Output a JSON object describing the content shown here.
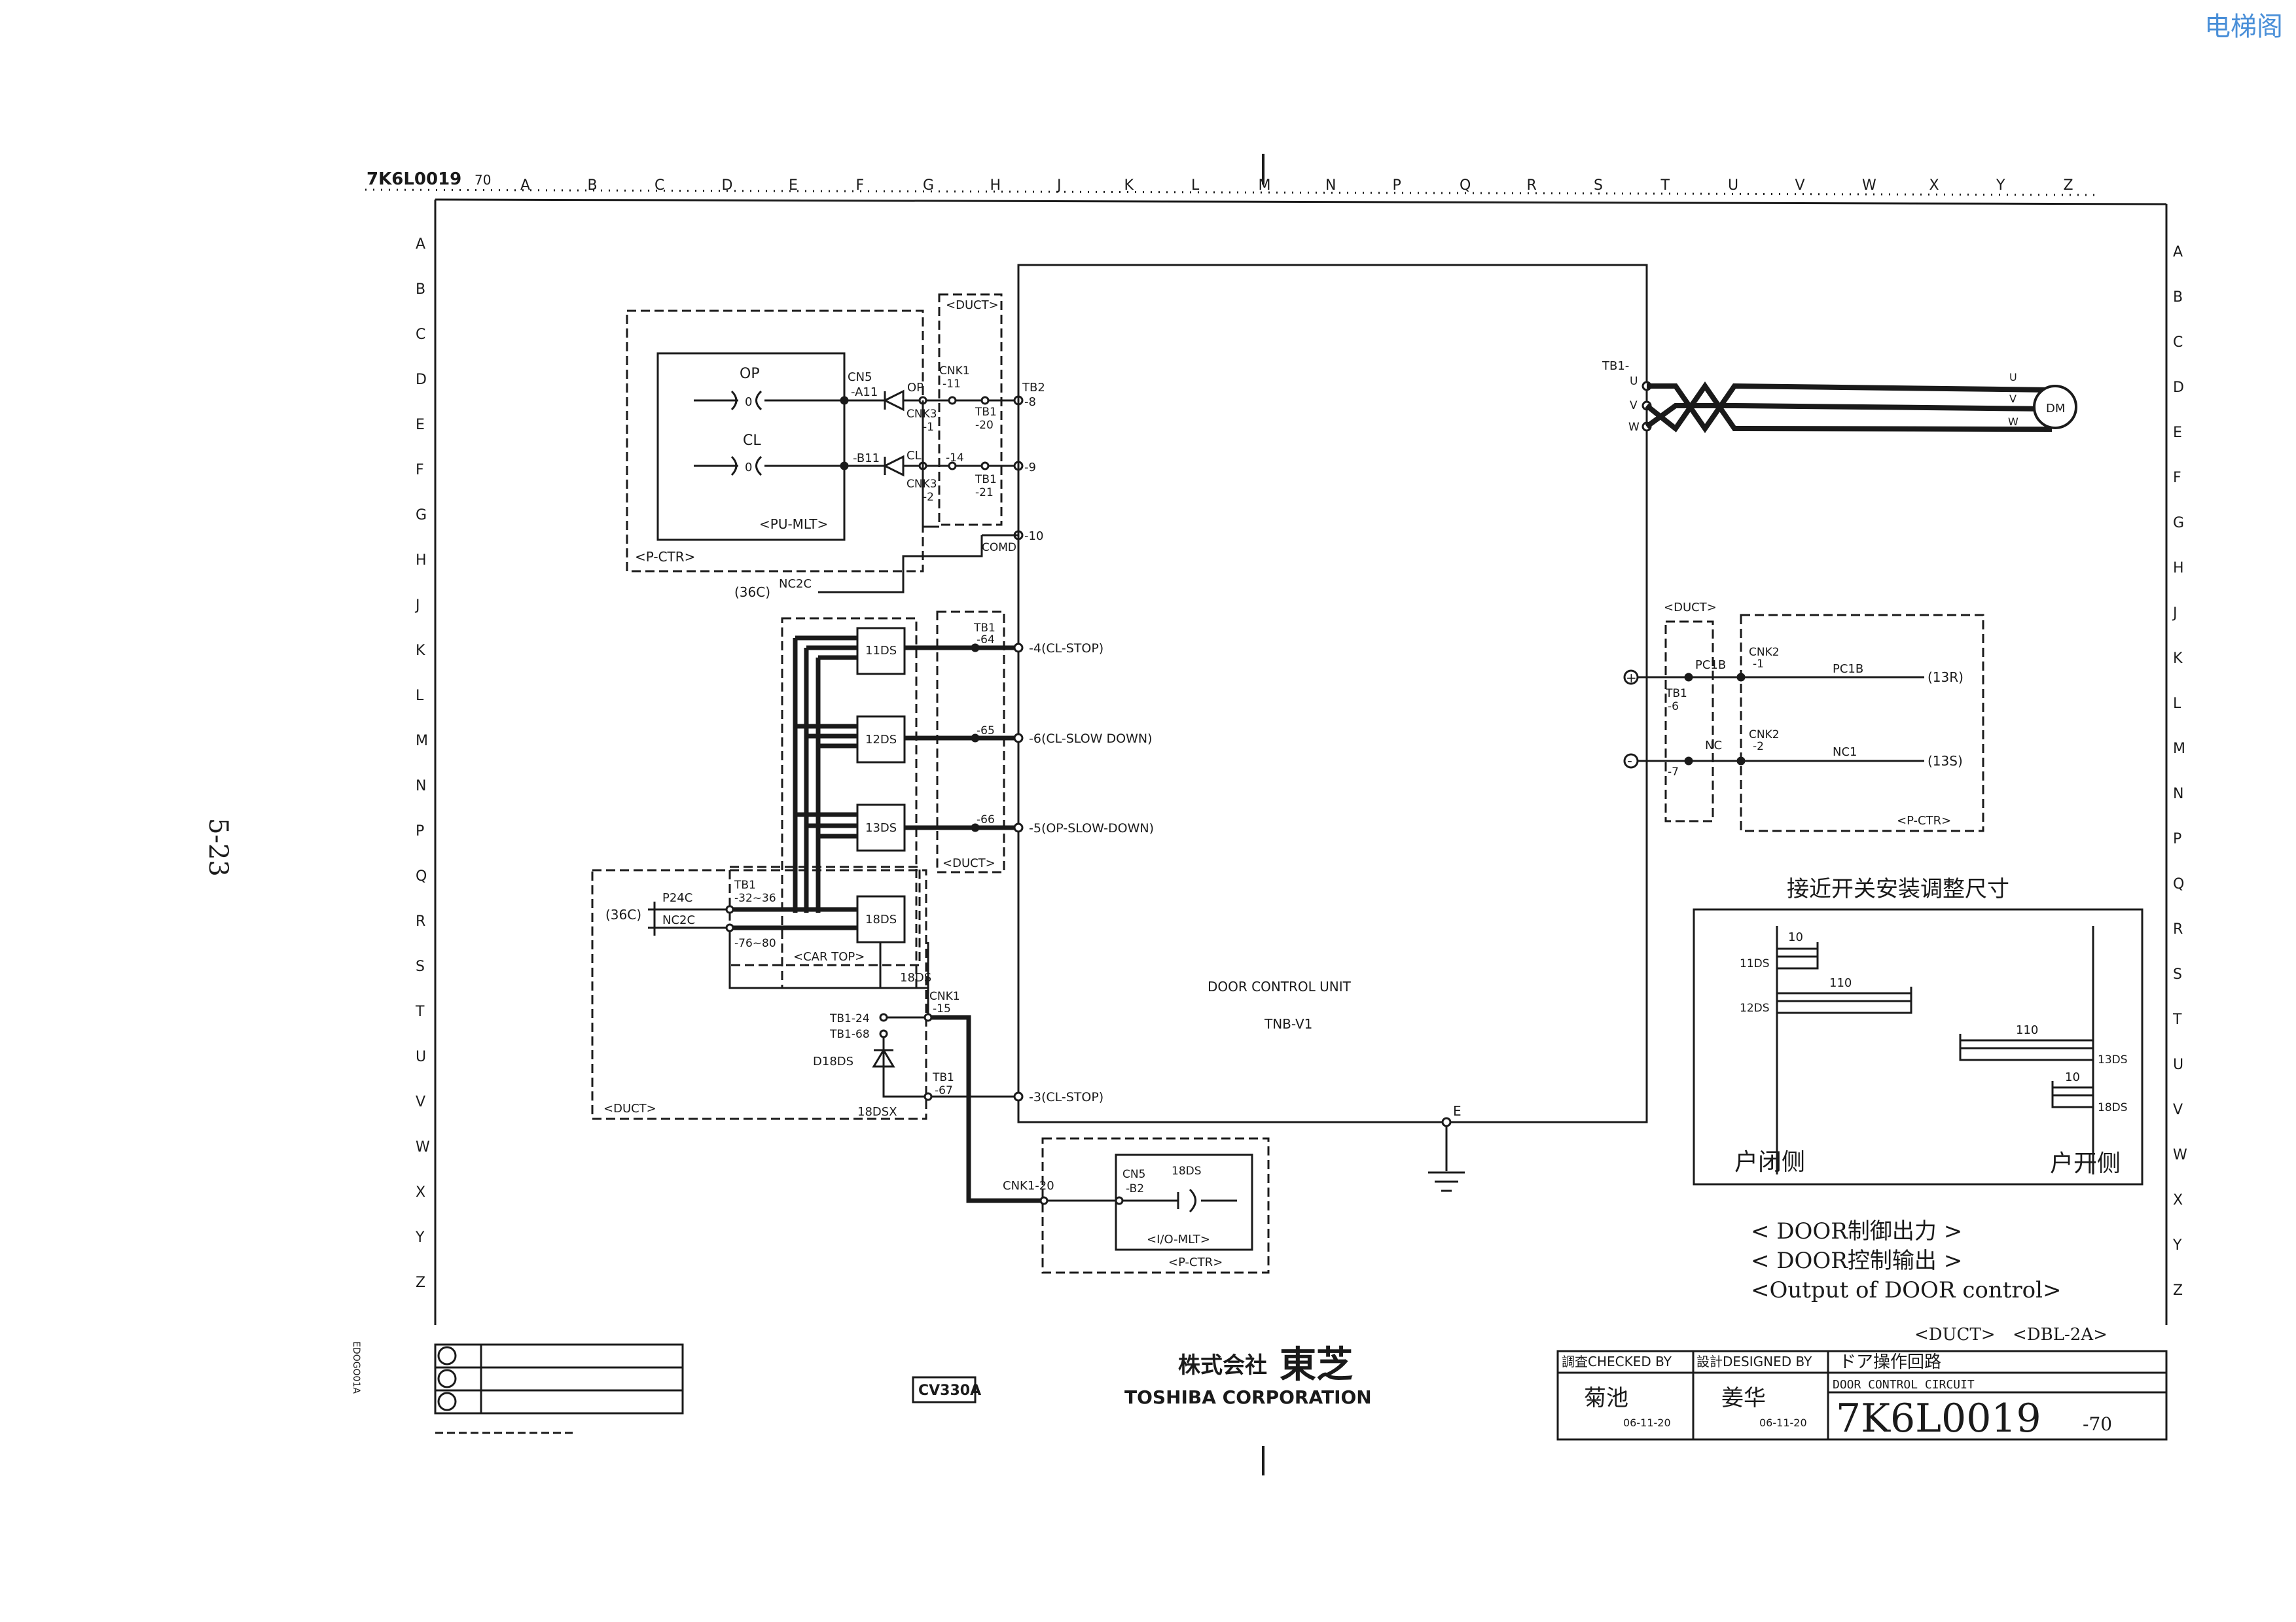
{
  "watermark": "电梯阁",
  "page_number": "5-23",
  "drawing_ref": "7K6L0019",
  "drawing_rev": "70",
  "col_letters": [
    "A",
    "B",
    "C",
    "D",
    "E",
    "F",
    "G",
    "H",
    "J",
    "K",
    "L",
    "M",
    "N",
    "P",
    "Q",
    "R",
    "S",
    "T",
    "U",
    "V",
    "W",
    "X",
    "Y",
    "Z"
  ],
  "row_letters": [
    "A",
    "B",
    "C",
    "D",
    "E",
    "F",
    "G",
    "H",
    "J",
    "K",
    "L",
    "M",
    "N",
    "P",
    "Q",
    "R",
    "S",
    "T",
    "U",
    "V",
    "W",
    "X",
    "Y",
    "Z"
  ],
  "pushbutton": {
    "op": "OP",
    "cl": "CL",
    "contact": "0",
    "box": "<PU-MLT>",
    "group": "<P-CTR>",
    "cn5_a11": "CN5",
    "a11": "-A11",
    "b11": "-B11",
    "op_diode": "OP",
    "cl_diode": "CL",
    "cnk3_1": "CNK3",
    "cnk3_1n": "-1",
    "cnk3_2": "CNK3",
    "cnk3_2n": "-2",
    "duct": "<DUCT>",
    "cnk1_11": "CNK1",
    "cnk1_11n": "-11",
    "pin14": "-14",
    "tb1_20": "TB1",
    "tb1_20n": "-20",
    "tb1_21": "TB1",
    "tb1_21n": "-21",
    "tb2": "TB2",
    "tb2_8": "-8",
    "tb2_9": "-9",
    "tb2_10": "-10",
    "comd": "COMD",
    "c36": "(36C)",
    "nc2c": "NC2C"
  },
  "switches": {
    "s11": "11DS",
    "s12": "12DS",
    "s13": "13DS",
    "s18": "18DS",
    "tb1": "TB1",
    "p64": "-64",
    "p65": "-65",
    "p66": "-66",
    "duct": "<DUCT>",
    "duct2": "<DUCT>",
    "sig4": "-4(CL-STOP)",
    "sig6": "-6(CL-SLOW DOWN)",
    "sig5": "-5(OP-SLOW-DOWN)",
    "sig3": "-3(CL-STOP)",
    "c36": "(36C)",
    "p24c": "P24C",
    "nc2c": "NC2C",
    "tb1a": "TB1",
    "p32": "-32~36",
    "p76": "-76~80",
    "cartop": "<CAR TOP>",
    "ds18": "18DS",
    "cnk1": "CNK1",
    "cnk1n": "-15",
    "tb124": "TB1-24",
    "tb168": "TB1-68",
    "d18ds": "D18DS",
    "tb1b": "TB1",
    "p67": "-67",
    "ds18x": "18DSX"
  },
  "unit": {
    "title": "DOOR CONTROL UNIT",
    "model": "TNB-V1",
    "earth": "E"
  },
  "motor": {
    "tb1": "TB1-",
    "u": "U",
    "v": "V",
    "w": "W",
    "mu": "U",
    "mv": "V",
    "mw": "W",
    "dm": "DM"
  },
  "photocell": {
    "duct": "<DUCT>",
    "pc1b": "PC1B",
    "tb1": "TB1",
    "p6": "-6",
    "nc": "NC",
    "p7": "-7",
    "cnk2a": "CNK2",
    "cnk2an": "-1",
    "cnk2b": "CNK2",
    "cnk2bn": "-2",
    "pc1b2": "PC1B",
    "nc1": "NC1",
    "r13": "(13R)",
    "s13": "(13S)",
    "pctr": "<P-CTR>",
    "plus": "+",
    "minus": "-"
  },
  "io_box": {
    "cnk1_20": "CNK1-20",
    "cn5": "CN5",
    "b2": "-B2",
    "ds18": "18DS",
    "io": "<I/O-MLT>",
    "pctr": "<P-CTR>"
  },
  "adjust": {
    "title": "接近开关安装调整尺寸",
    "d11": "10",
    "d12": "110",
    "d13": "110",
    "d18": "10",
    "l11": "11DS",
    "l12": "12DS",
    "l13": "13DS",
    "l18": "18DS",
    "closed": "户闭侧",
    "open": "户开侧"
  },
  "caption": {
    "line1": "< DOOR制御出力 >",
    "line2": "< DOOR控制输出 >",
    "line3": "<Output of DOOR control>"
  },
  "bottom_refs": {
    "duct": "<DUCT>",
    "dbl": "<DBL-2A>"
  },
  "cv_box": "CV330A",
  "side_code": "EDOGO01A",
  "company": {
    "jp": "株式会社",
    "kanji": "東芝",
    "en": "TOSHIBA CORPORATION"
  },
  "title_block": {
    "checked_label": "調査CHECKED BY",
    "designed_label": "設計DESIGNED BY",
    "checked_name": "菊池",
    "checked_date": "06-11-20",
    "designed_name": "姜华",
    "designed_date": "06-11-20",
    "title_jp": "ドア操作回路",
    "title_en": "DOOR CONTROL CIRCUIT",
    "drawing_no": "7K6L0019",
    "rev": "-70"
  }
}
